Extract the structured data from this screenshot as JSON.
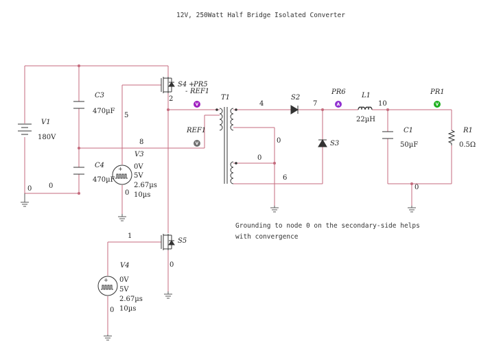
{
  "title": "12V, 250Watt Half Bridge Isolated Converter",
  "note": {
    "line1": "Grounding to node 0 on the secondary-side helps",
    "line2": "with convergence"
  },
  "components": {
    "V1": {
      "ref": "V1",
      "value": "180V"
    },
    "C3": {
      "ref": "C3",
      "value": "470µF"
    },
    "C4": {
      "ref": "C4",
      "value": "470µF"
    },
    "V3": {
      "ref": "V3",
      "v0": "0V",
      "v1": "5V",
      "t1": "2.67µs",
      "t2": "10µs"
    },
    "V4": {
      "ref": "V4",
      "v0": "0V",
      "v1": "5V",
      "t1": "2.67µs",
      "t2": "10µs"
    },
    "S4": {
      "ref": "S4"
    },
    "S5": {
      "ref": "S5"
    },
    "T1": {
      "ref": "T1"
    },
    "S2": {
      "ref": "S2"
    },
    "S3": {
      "ref": "S3"
    },
    "L1": {
      "ref": "L1",
      "value": "22µH"
    },
    "C1": {
      "ref": "C1",
      "value": "50µF"
    },
    "R1": {
      "ref": "R1",
      "value": "0.5Ω"
    }
  },
  "probes": {
    "PR5": {
      "ref": "PR5",
      "plus": "+",
      "minus": "-",
      "refname": "REF1",
      "glyph": "V",
      "color": "#a020c0"
    },
    "REF1": {
      "ref": "REF1",
      "glyph": "V",
      "color": "#707070"
    },
    "PR6": {
      "ref": "PR6",
      "glyph": "A",
      "color": "#9030d0"
    },
    "PR1": {
      "ref": "PR1",
      "glyph": "V",
      "color": "#20b020"
    }
  },
  "nodes": {
    "n0a": "0",
    "n0b": "0",
    "n0c": "0",
    "n0d": "0",
    "n0e": "0",
    "n0f": "0",
    "n0g": "0",
    "n0h": "0",
    "n1": "1",
    "n2": "2",
    "n4": "4",
    "n5": "5",
    "n6": "6",
    "n7": "7",
    "n8": "8",
    "n10": "10"
  }
}
